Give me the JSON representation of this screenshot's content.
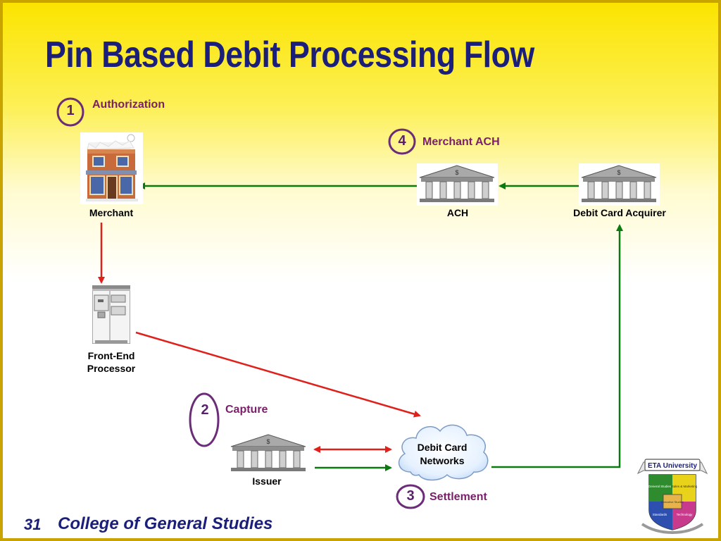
{
  "slide": {
    "title": "Pin Based Debit Processing Flow",
    "page_number": "31",
    "footer": "College of General Studies"
  },
  "steps": [
    {
      "number": "1",
      "label": "Authorization"
    },
    {
      "number": "2",
      "label": "Capture"
    },
    {
      "number": "3",
      "label": "Settlement"
    },
    {
      "number": "4",
      "label": "Merchant ACH"
    }
  ],
  "nodes": {
    "merchant": "Merchant",
    "ach": "ACH",
    "acquirer": "Debit Card Acquirer",
    "front_end_line1": "Front-End",
    "front_end_line2": "Processor",
    "issuer": "Issuer",
    "networks_line1": "Debit Card",
    "networks_line2": "Networks"
  },
  "logo": {
    "banner": "ETA University",
    "quadrants": [
      "General Studies",
      "Sales & Marketing",
      "Standards",
      "Technology"
    ],
    "center": "Executive Studies"
  },
  "colors": {
    "title": "#1b1f7a",
    "step_label": "#7a1f6a",
    "authorization_arrow": "#e0201b",
    "settlement_arrow": "#0a7a10",
    "border": "#c9a400"
  }
}
